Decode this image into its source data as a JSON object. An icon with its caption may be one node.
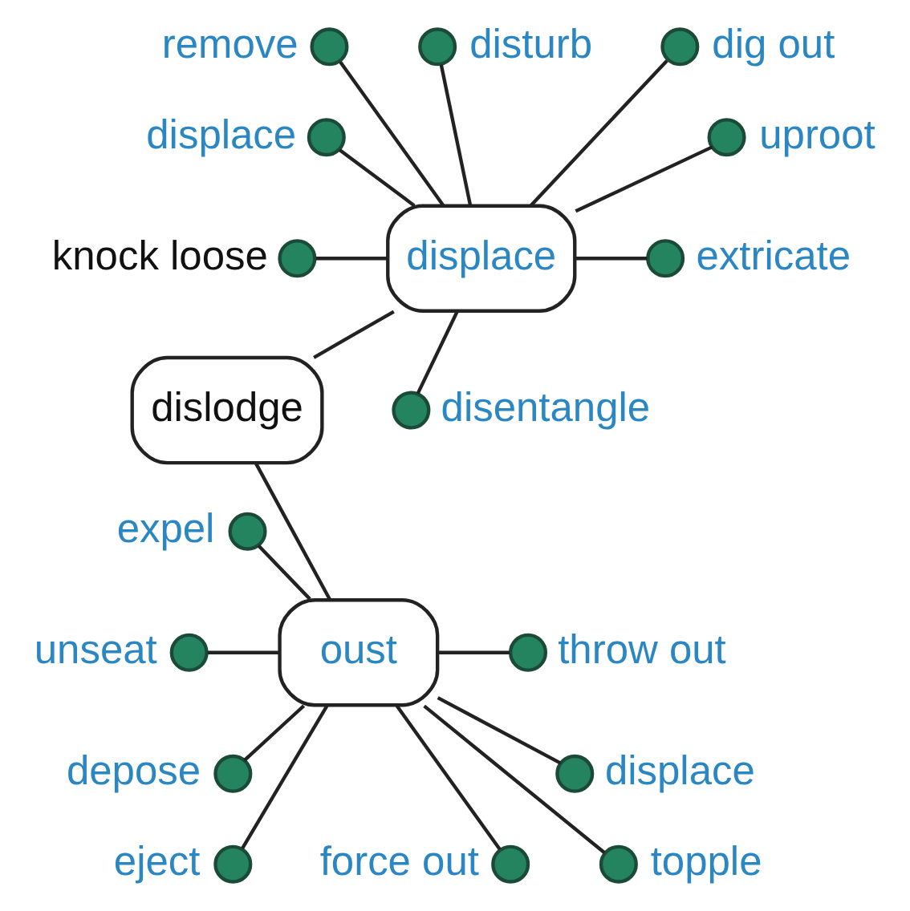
{
  "diagram": {
    "nodes": [
      {
        "text": [],
        "shape": "circle",
        "beside": [
          "disturb"
        ]
      },
      {
        "text": [],
        "shape": "circle",
        "beside": [
          "remove"
        ]
      },
      {
        "text": [],
        "shape": "circle",
        "beside": [
          "dig out"
        ]
      },
      {
        "text": [],
        "shape": "circle",
        "beside": [
          "displace"
        ]
      },
      {
        "text": [],
        "shape": "circle",
        "beside": [
          "uproot"
        ]
      },
      {
        "text": [],
        "shape": "circle",
        "beside": [
          "knock loose"
        ]
      },
      {
        "text": [
          "displace"
        ]
      },
      {
        "text": [],
        "shape": "circle",
        "beside": [
          "extricate"
        ]
      },
      {
        "text": [],
        "shape": "circle",
        "beside": [
          "disentangle"
        ]
      },
      {
        "text": [
          "dislodge"
        ]
      },
      {
        "text": [],
        "shape": "circle",
        "beside": [
          "expel"
        ]
      },
      {
        "text": [],
        "shape": "circle",
        "beside": [
          "unseat"
        ]
      },
      {
        "text": [
          "oust"
        ]
      },
      {
        "text": [],
        "shape": "circle",
        "beside": [
          "throw out"
        ]
      },
      {
        "text": [],
        "shape": "circle",
        "beside": [
          "depose"
        ]
      },
      {
        "text": [],
        "shape": "circle",
        "beside": [
          "displace"
        ]
      },
      {
        "text": [],
        "shape": "circle",
        "beside": [
          "eject"
        ]
      },
      {
        "text": [],
        "shape": "circle",
        "beside": [
          "topple"
        ]
      },
      {
        "text": [],
        "shape": "circle",
        "beside": [
          "force out"
        ]
      }
    ],
    "edges": [
      {
        "from": 9,
        "to": 6,
        "arrow": "none"
      },
      {
        "from": 9,
        "to": 12,
        "arrow": "none"
      },
      {
        "from": 6,
        "to": 0,
        "arrow": "none"
      },
      {
        "from": 6,
        "to": 1,
        "arrow": "none"
      },
      {
        "from": 6,
        "to": 2,
        "arrow": "none"
      },
      {
        "from": 6,
        "to": 3,
        "arrow": "none"
      },
      {
        "from": 6,
        "to": 4,
        "arrow": "none"
      },
      {
        "from": 6,
        "to": 5,
        "arrow": "none"
      },
      {
        "from": 6,
        "to": 7,
        "arrow": "none"
      },
      {
        "from": 6,
        "to": 8,
        "arrow": "none"
      },
      {
        "from": 12,
        "to": 10,
        "arrow": "none"
      },
      {
        "from": 12,
        "to": 11,
        "arrow": "none"
      },
      {
        "from": 12,
        "to": 13,
        "arrow": "none"
      },
      {
        "from": 12,
        "to": 14,
        "arrow": "none"
      },
      {
        "from": 12,
        "to": 15,
        "arrow": "none"
      },
      {
        "from": 12,
        "to": 16,
        "arrow": "none"
      },
      {
        "from": 12,
        "to": 17,
        "arrow": "none"
      },
      {
        "from": 12,
        "to": 18,
        "arrow": "none"
      }
    ]
  }
}
